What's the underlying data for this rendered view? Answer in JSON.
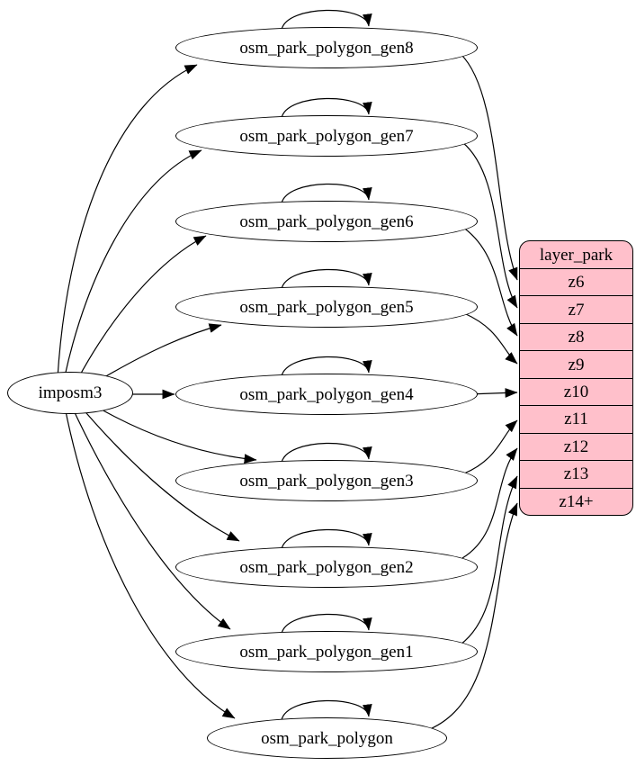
{
  "diagram": {
    "background_color": "#ffffff",
    "edge_color": "#000000",
    "node_fill_color": "#ffffff",
    "nodes": {
      "source": {
        "label": "imposm3"
      },
      "tables": [
        {
          "label": "osm_park_polygon_gen8"
        },
        {
          "label": "osm_park_polygon_gen7"
        },
        {
          "label": "osm_park_polygon_gen6"
        },
        {
          "label": "osm_park_polygon_gen5"
        },
        {
          "label": "osm_park_polygon_gen4"
        },
        {
          "label": "osm_park_polygon_gen3"
        },
        {
          "label": "osm_park_polygon_gen2"
        },
        {
          "label": "osm_park_polygon_gen1"
        },
        {
          "label": "osm_park_polygon"
        }
      ],
      "layer": {
        "title": "layer_park",
        "fill": "#ffc0cb",
        "rows": [
          "z6",
          "z7",
          "z8",
          "z9",
          "z10",
          "z11",
          "z12",
          "z13",
          "z14+"
        ]
      }
    },
    "edges": [
      {
        "from": "imposm3",
        "to": "osm_park_polygon_gen8"
      },
      {
        "from": "imposm3",
        "to": "osm_park_polygon_gen7"
      },
      {
        "from": "imposm3",
        "to": "osm_park_polygon_gen6"
      },
      {
        "from": "imposm3",
        "to": "osm_park_polygon_gen5"
      },
      {
        "from": "imposm3",
        "to": "osm_park_polygon_gen4"
      },
      {
        "from": "imposm3",
        "to": "osm_park_polygon_gen3"
      },
      {
        "from": "imposm3",
        "to": "osm_park_polygon_gen2"
      },
      {
        "from": "imposm3",
        "to": "osm_park_polygon_gen1"
      },
      {
        "from": "imposm3",
        "to": "osm_park_polygon"
      },
      {
        "from": "osm_park_polygon_gen8",
        "to": "osm_park_polygon_gen8"
      },
      {
        "from": "osm_park_polygon_gen7",
        "to": "osm_park_polygon_gen7"
      },
      {
        "from": "osm_park_polygon_gen6",
        "to": "osm_park_polygon_gen6"
      },
      {
        "from": "osm_park_polygon_gen5",
        "to": "osm_park_polygon_gen5"
      },
      {
        "from": "osm_park_polygon_gen4",
        "to": "osm_park_polygon_gen4"
      },
      {
        "from": "osm_park_polygon_gen3",
        "to": "osm_park_polygon_gen3"
      },
      {
        "from": "osm_park_polygon_gen2",
        "to": "osm_park_polygon_gen2"
      },
      {
        "from": "osm_park_polygon_gen1",
        "to": "osm_park_polygon_gen1"
      },
      {
        "from": "osm_park_polygon",
        "to": "osm_park_polygon"
      },
      {
        "from": "osm_park_polygon_gen8",
        "to": "layer_park:z6"
      },
      {
        "from": "osm_park_polygon_gen7",
        "to": "layer_park:z7"
      },
      {
        "from": "osm_park_polygon_gen6",
        "to": "layer_park:z8"
      },
      {
        "from": "osm_park_polygon_gen5",
        "to": "layer_park:z9"
      },
      {
        "from": "osm_park_polygon_gen4",
        "to": "layer_park:z10"
      },
      {
        "from": "osm_park_polygon_gen3",
        "to": "layer_park:z11"
      },
      {
        "from": "osm_park_polygon_gen2",
        "to": "layer_park:z12"
      },
      {
        "from": "osm_park_polygon_gen1",
        "to": "layer_park:z13"
      },
      {
        "from": "osm_park_polygon",
        "to": "layer_park:z14+"
      }
    ]
  }
}
